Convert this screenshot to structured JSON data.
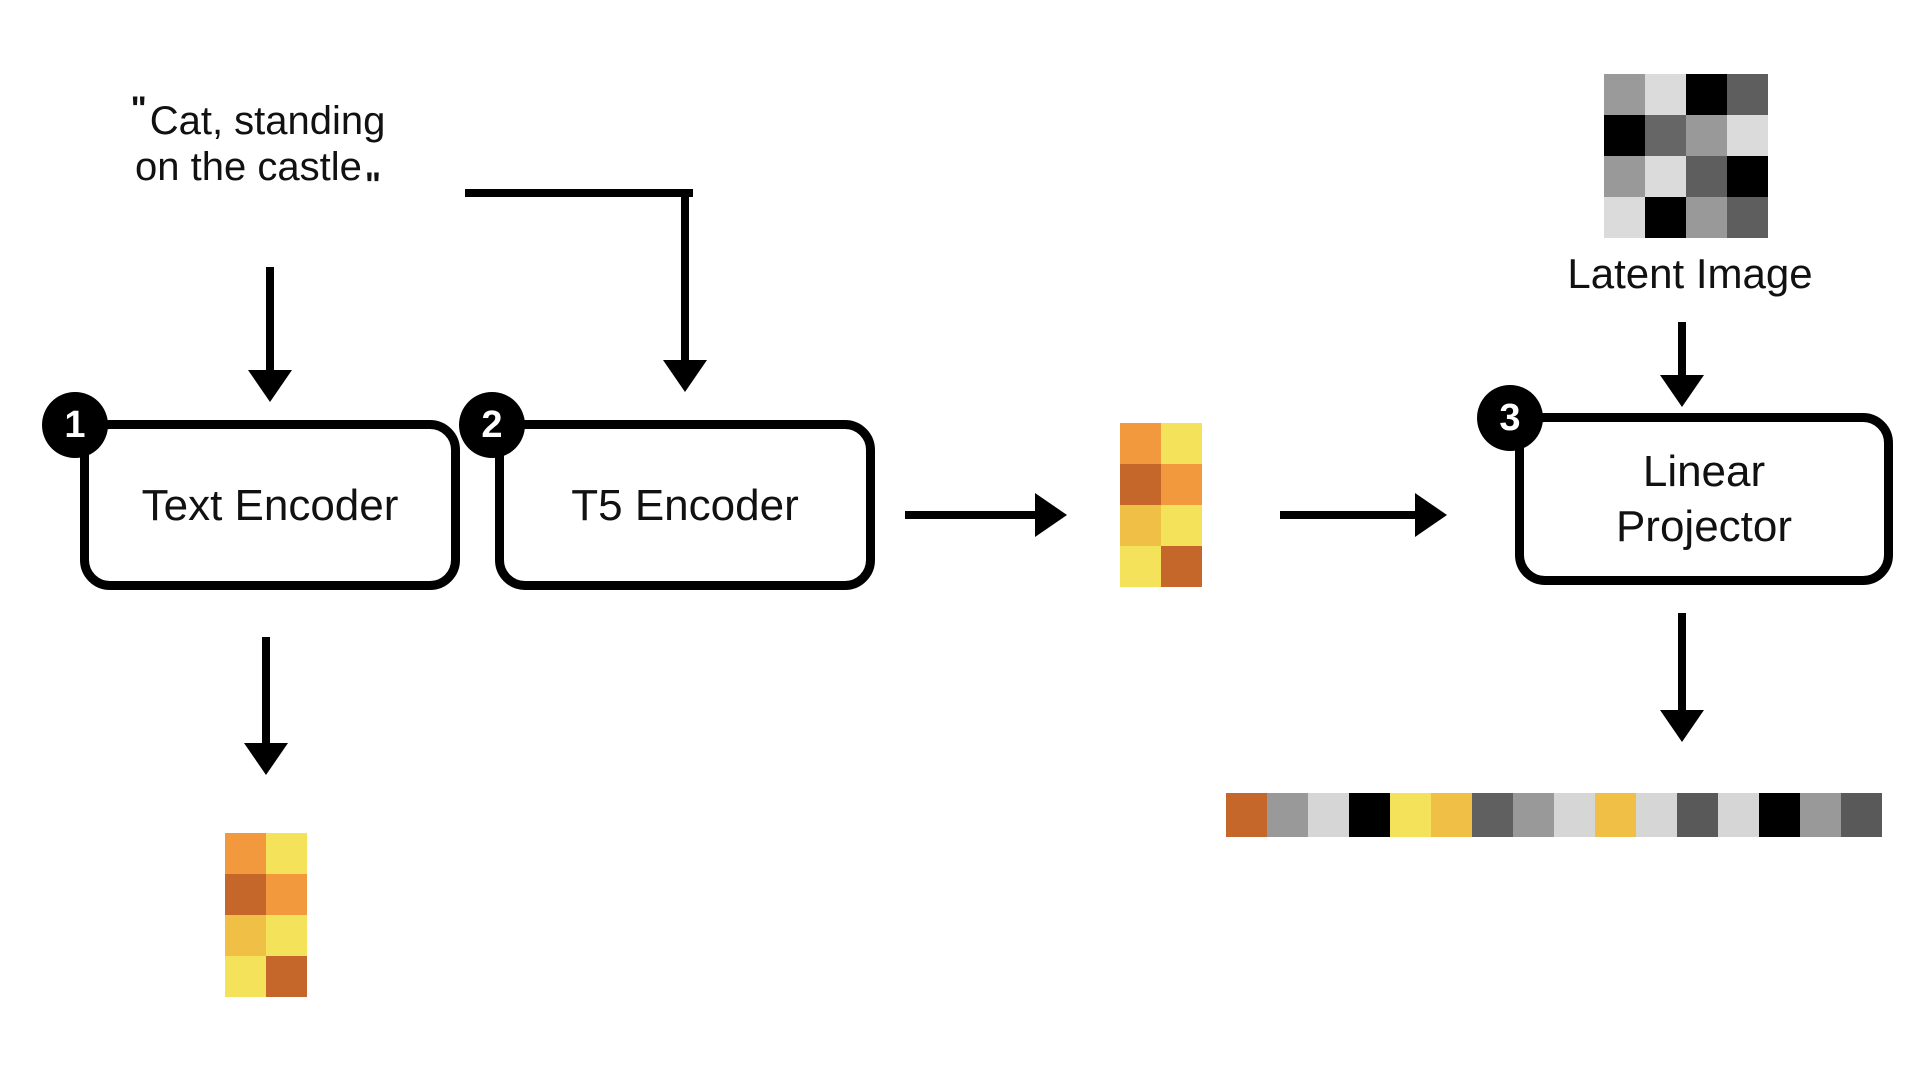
{
  "diagram": {
    "prompt": {
      "open_quote": "\"",
      "line1": "Cat, standing",
      "line2": "on the castle",
      "close_quote": "\""
    },
    "nodes": [
      {
        "badge": "1",
        "label": "Text Encoder"
      },
      {
        "badge": "2",
        "label": "T5 Encoder"
      },
      {
        "badge": "3",
        "label": "Linear Projector"
      }
    ],
    "latent_image": {
      "label": "Latent Image",
      "grid": [
        [
          "#9A9A9A",
          "#DBDBDB",
          "#000000",
          "#5E5E5E"
        ],
        [
          "#000000",
          "#666666",
          "#999999",
          "#DBDBDB"
        ],
        [
          "#999999",
          "#DBDBDB",
          "#5E5E5E",
          "#000000"
        ],
        [
          "#DBDBDB",
          "#000000",
          "#999999",
          "#5E5E5E"
        ]
      ]
    },
    "text_embedding_grid": [
      [
        "#F2993E",
        "#F4E35A"
      ],
      [
        "#C5662B",
        "#F2993E"
      ],
      [
        "#EFC045",
        "#F4E35A"
      ],
      [
        "#F4E35A",
        "#C5662B"
      ]
    ],
    "fused_embedding_grid": [
      [
        "#F2993E",
        "#F4E35A"
      ],
      [
        "#C5662B",
        "#F2993E"
      ],
      [
        "#EFC045",
        "#F4E35A"
      ],
      [
        "#F4E35A",
        "#C5662B"
      ]
    ],
    "output_vector_grid": [
      [
        "#C5662B",
        "#999999",
        "#D6D6D6",
        "#000000",
        "#F4E35A",
        "#EFC045",
        "#606060",
        "#999999",
        "#D6D6D6",
        "#EFC045",
        "#D6D6D6",
        "#595959",
        "#D6D6D6",
        "#000000",
        "#999999",
        "#595959"
      ]
    ],
    "colors": {
      "accent_orange": "#F2993E",
      "accent_yellow": "#F4E35A",
      "accent_dark_orange": "#C5662B",
      "accent_golden": "#EFC045",
      "badge_bg": "#000000",
      "badge_text": "#FFFFFF",
      "line": "#000000"
    }
  }
}
